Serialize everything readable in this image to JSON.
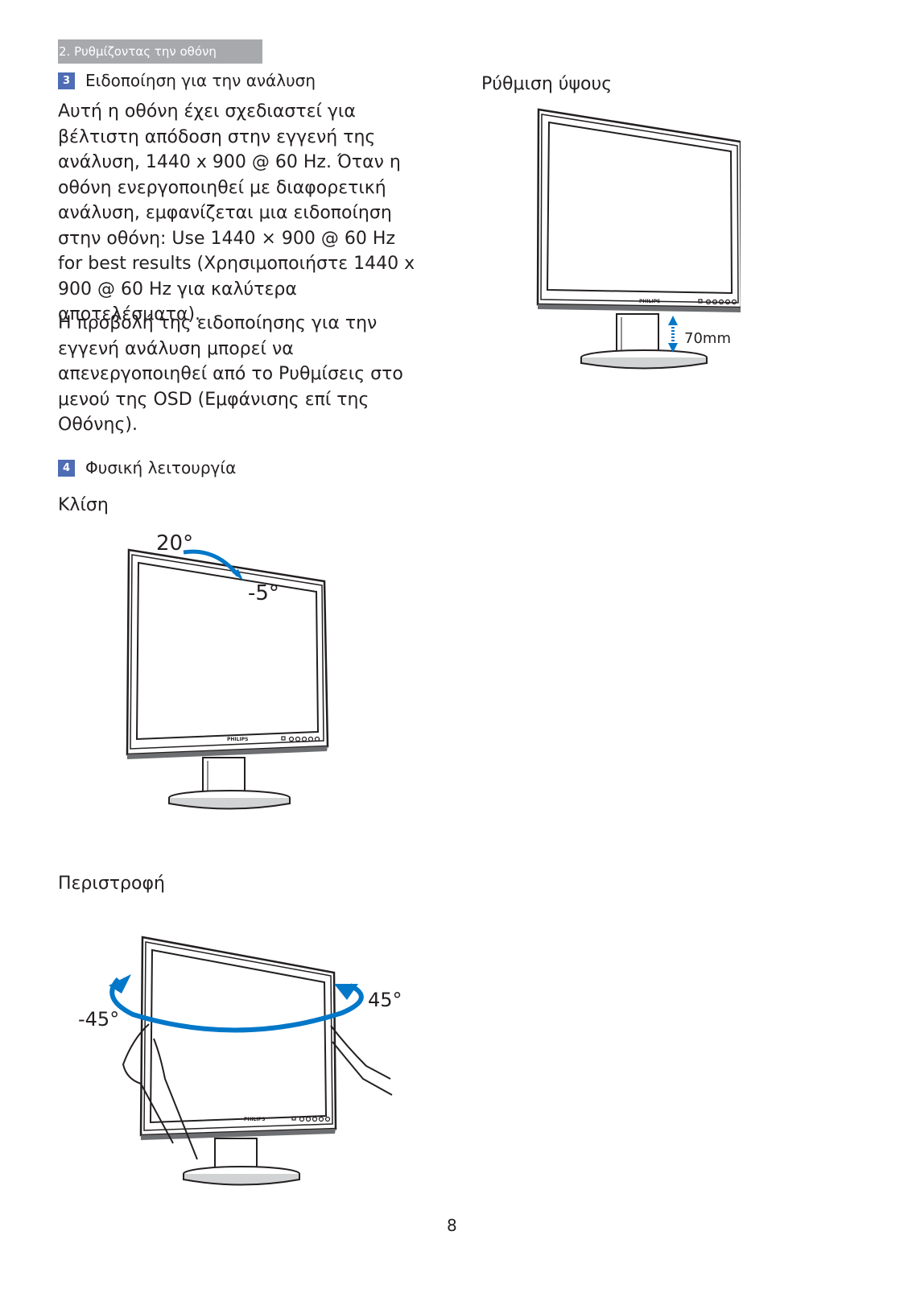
{
  "header": {
    "section_label": "2. Ρυθμίζοντας την οθόνη"
  },
  "section3": {
    "number": "3",
    "title": "Ειδοποίηση για την ανάλυση",
    "paragraph1": "Αυτή η οθόνη έχει σχεδιαστεί για βέλτιστη απόδοση στην εγγενή της ανάλυση, 1440 x 900 @ 60 Hz. Όταν η οθόνη ενεργοποιηθεί με διαφορετική ανάλυση, εμφανίζεται μια ειδοποίηση στην οθόνη: Use 1440 × 900 @ 60 Hz for best results (Χρησιμοποιήστε 1440 x 900 @ 60 Hz για καλύτερα αποτελέσματα).",
    "paragraph2": "Η προβολή της ειδοποίησης για την εγγενή ανάλυση μπορεί να απενεργοποιηθεί από το Ρυθμίσεις στο μενού της OSD (Εμφάνισης επί της Οθόνης)."
  },
  "section4": {
    "number": "4",
    "title": "Φυσική λειτουργία",
    "tilt": {
      "heading": "Κλίση",
      "angle_up": "20°",
      "angle_down": "-5°"
    },
    "swivel": {
      "heading": "Περιστροφή",
      "angle_left": "-45°",
      "angle_right": "45°"
    },
    "height": {
      "heading": "Ρύθμιση ύψους",
      "range": "70mm"
    },
    "brand": "PHILIPS"
  },
  "page_number": "8"
}
